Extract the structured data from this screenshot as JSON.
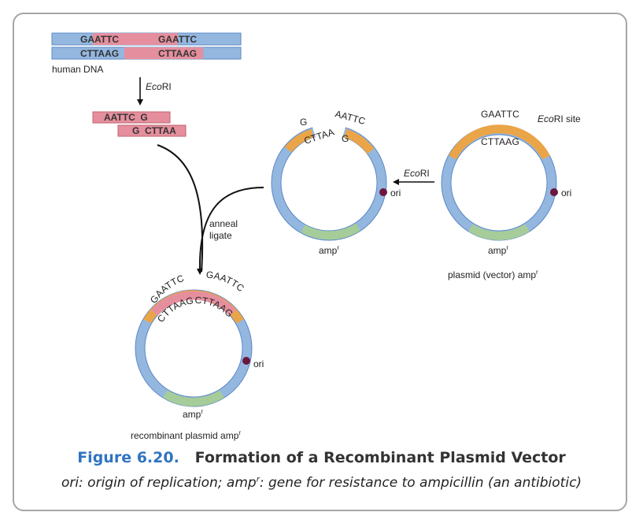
{
  "colors": {
    "blue": "#94b7e0",
    "blue_stroke": "#5b88c6",
    "pink": "#e58f9e",
    "orange": "#eaa548",
    "green": "#a6cc9a",
    "ori_dot": "#6b1740",
    "frame": "#a6a6a6",
    "figure_blue": "#2f74c0"
  },
  "human_dna": {
    "top_left": "GAATTC",
    "top_right": "GAATTC",
    "bottom_left": "CTTAAG",
    "bottom_right": "CTTAAG",
    "label": "human DNA"
  },
  "enzyme": "EcoRI",
  "fragment": {
    "top": "AATTC  G",
    "bottom": "G  CTTAA"
  },
  "anneal": {
    "line1": "anneal",
    "line2": "ligate"
  },
  "cut_plasmid": {
    "g_left": "G",
    "aattc": "AATTC",
    "cttaa": "CTTAA",
    "g_right": "G",
    "ori": "ori",
    "amp": "amp",
    "amp_sup": "r"
  },
  "vector": {
    "gaattc": "GAATTC",
    "cttaag": "CTTAAG",
    "site": "EcoRI site",
    "ori": "ori",
    "amp": "amp",
    "amp_sup": "r",
    "label": "plasmid (vector) amp",
    "label_sup": "r"
  },
  "recombinant": {
    "gaattc_left": "GAATTC",
    "gaattc_right": "GAATTC",
    "cttaag_left": "CTTAAG",
    "cttaag_right": "CTTAAG",
    "ori": "ori",
    "amp": "amp",
    "amp_sup": "r",
    "label": "recombinant plasmid amp",
    "label_sup": "r"
  },
  "figure": {
    "number": "Figure 6.20.",
    "title": "Formation of a Recombinant Plasmid Vector",
    "caption_a": "ori: origin of replication; amp",
    "caption_sup": "r",
    "caption_b": ": gene for resistance to ampicillin (an antibiotic)"
  }
}
